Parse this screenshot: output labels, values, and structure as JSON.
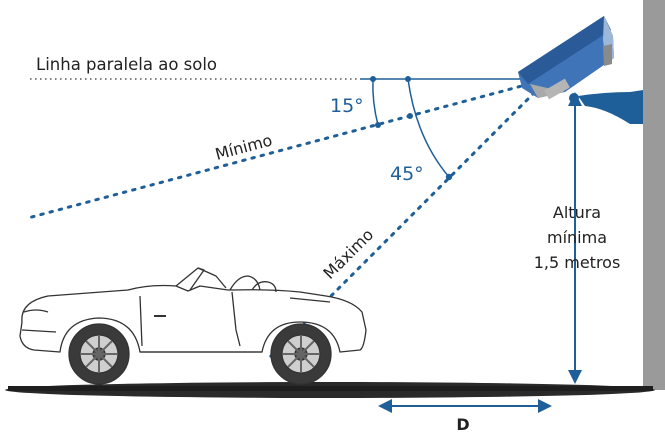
{
  "labels": {
    "parallel_line": "Linha paralela ao solo",
    "minimum": "Mínimo",
    "maximum": "Máximo",
    "angle_min": "15°",
    "angle_max": "45°",
    "height_line1": "Altura",
    "height_line2": "mínima",
    "height_line3": "1,5 metros",
    "distance": "D"
  },
  "colors": {
    "accent": "#1f5f99",
    "text": "#222222",
    "wall": "#9a9a9a",
    "camera": "#3f74b8",
    "ground": "#2a2a2a"
  },
  "icons": [
    "camera-icon",
    "car-icon"
  ]
}
